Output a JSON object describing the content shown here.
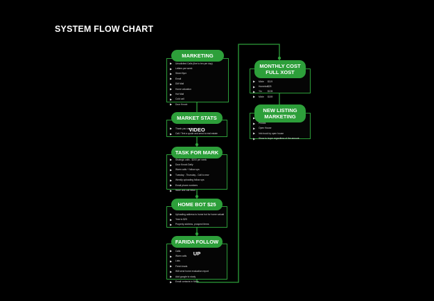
{
  "title": "SYSTEM FLOW CHART",
  "colors": {
    "accent": "#2d9f3a",
    "background": "#000000"
  },
  "nodes": {
    "marketing": {
      "label": "MARKETING",
      "items": [
        "Unsolicited Calls (five to ten per day)",
        "Letters per week",
        "Street flyer",
        "Email",
        "DM Mail",
        "Home valuation",
        "Hot Mail",
        "Cold call",
        "Door Knock"
      ]
    },
    "market_stats_video": {
      "label": "MARKET STATS VIDEO",
      "items": [
        "Thank you card",
        "Call / Text a quote and send to real estate"
      ]
    },
    "task_for_mark": {
      "label": "TASK FOR MARK",
      "items": [
        "Strategic calls - $200 per week",
        "Door Knock Daily",
        "Warm calls + follow ups",
        "Tuesday - Thursday - Call to new",
        "Weekly uploading follow ups",
        "Email phone numbers",
        "Issue and call inbox"
      ]
    },
    "home_bot": {
      "label": "HOME BOT $25",
      "items": [
        "Uploading address to home bot for home valuation",
        "Year to $25",
        "Property address, prospect items"
      ]
    },
    "farida_follow_up": {
      "label": "FARIDA FOLLOW UP",
      "items": [
        "Calls",
        "Warm calls",
        "Lists",
        "Fresh leads",
        "Will send home evaluation report",
        "Add google to study",
        "Email contacts in Mixie"
      ]
    },
    "monthly_cost": {
      "label": "MONTHLY COST FULL XOST",
      "items": [
        {
          "key": "Mixie",
          "value": "$119"
        },
        {
          "key": "Homebot",
          "value": "$25"
        },
        {
          "key": "Ylo",
          "value": "$135"
        },
        {
          "key": "Mixie",
          "value": "$189"
        }
      ]
    },
    "new_listing": {
      "label": "NEW LISTING MARKETING",
      "items": [
        "Video",
        "Photos",
        "Open House",
        "Info book by open house",
        "Show to buyer regardless of the amount"
      ]
    }
  }
}
